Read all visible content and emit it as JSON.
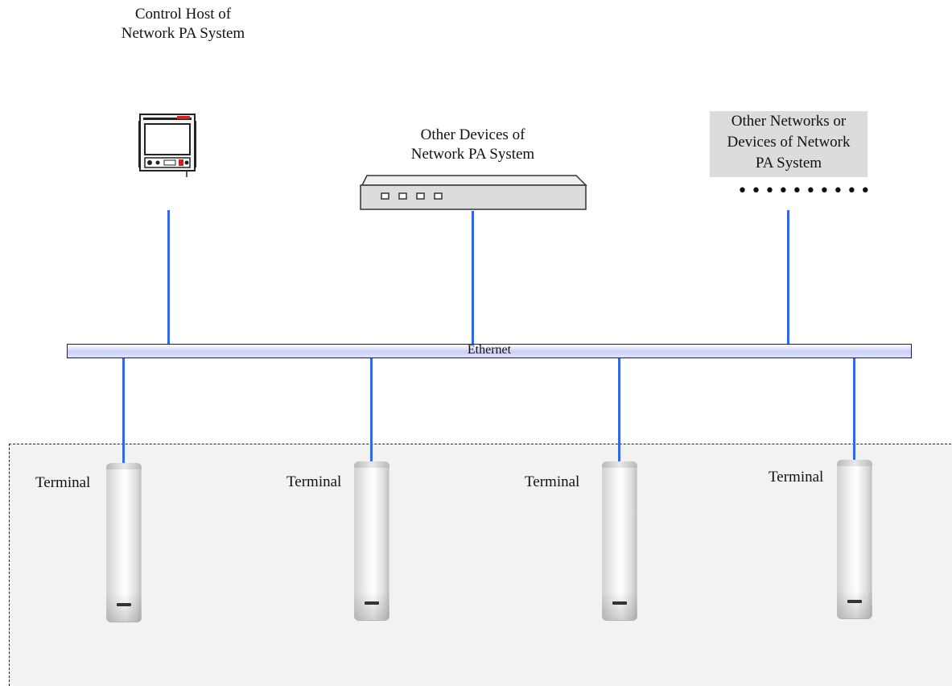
{
  "labels": {
    "control_host": "Control Host of\nNetwork PA System",
    "other_devices": "Other Devices of\nNetwork PA System",
    "other_networks": "Other Networks or\nDevices of Network\nPA System",
    "dots": "••••••••••",
    "ethernet": "Ethernet"
  },
  "terminals": [
    "Terminal",
    "Terminal",
    "Terminal",
    "Terminal"
  ],
  "icons": {
    "control_host": "control-host-rack-icon",
    "switch": "network-switch-icon",
    "speaker": "column-speaker-icon"
  },
  "colors": {
    "link_line": "#3366ee",
    "bus_border": "#1a1a6a",
    "bus_fill": "#c9cef6",
    "zone_fill": "#f2f2f2",
    "label_box": "#dcdcdc"
  }
}
